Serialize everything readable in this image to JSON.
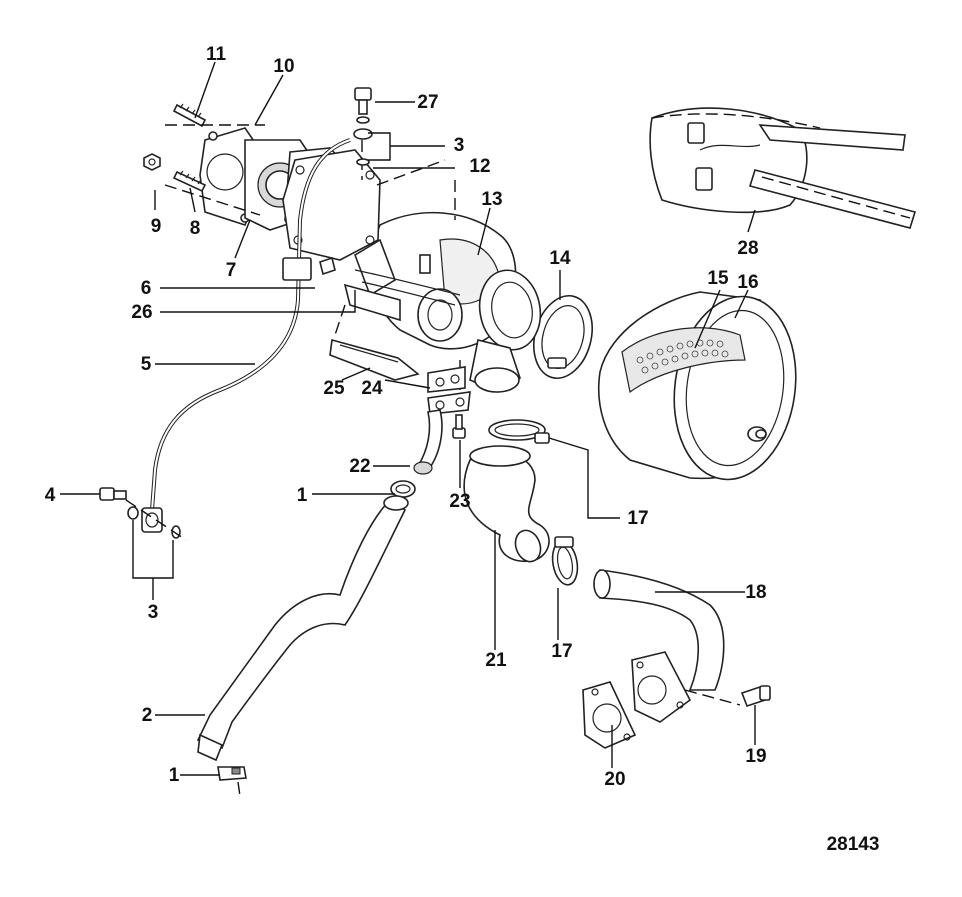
{
  "figure_number": "28143",
  "callouts": [
    {
      "id": "c11",
      "label": "11"
    },
    {
      "id": "c10",
      "label": "10"
    },
    {
      "id": "c27",
      "label": "27"
    },
    {
      "id": "c3a",
      "label": "3"
    },
    {
      "id": "c12",
      "label": "12"
    },
    {
      "id": "c9",
      "label": "9"
    },
    {
      "id": "c8",
      "label": "8"
    },
    {
      "id": "c13",
      "label": "13"
    },
    {
      "id": "c7",
      "label": "7"
    },
    {
      "id": "c14",
      "label": "14"
    },
    {
      "id": "c15",
      "label": "15"
    },
    {
      "id": "c16",
      "label": "16"
    },
    {
      "id": "c28",
      "label": "28"
    },
    {
      "id": "c6",
      "label": "6"
    },
    {
      "id": "c26",
      "label": "26"
    },
    {
      "id": "c5",
      "label": "5"
    },
    {
      "id": "c25",
      "label": "25"
    },
    {
      "id": "c24",
      "label": "24"
    },
    {
      "id": "c22",
      "label": "22"
    },
    {
      "id": "c4",
      "label": "4"
    },
    {
      "id": "c1a",
      "label": "1"
    },
    {
      "id": "c23",
      "label": "23"
    },
    {
      "id": "c17a",
      "label": "17"
    },
    {
      "id": "c3b",
      "label": "3"
    },
    {
      "id": "c18",
      "label": "18"
    },
    {
      "id": "c21",
      "label": "21"
    },
    {
      "id": "c17b",
      "label": "17"
    },
    {
      "id": "c2",
      "label": "2"
    },
    {
      "id": "c1b",
      "label": "1"
    },
    {
      "id": "c19",
      "label": "19"
    },
    {
      "id": "c20",
      "label": "20"
    }
  ]
}
